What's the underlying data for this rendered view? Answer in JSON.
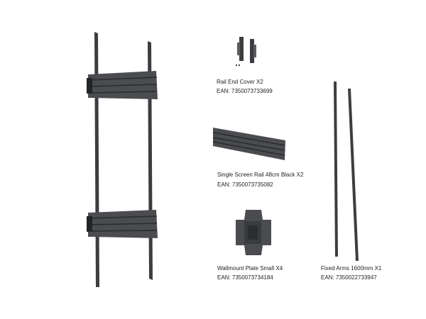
{
  "products": [
    {
      "name": "Rail End Cover X2",
      "ean": "EAN: 7350073733699"
    },
    {
      "name": "Single Screen Rail 48cm Black X2",
      "ean": "EAN: 7350073735082"
    },
    {
      "name": "Wallmount Plate Small  X4",
      "ean": "EAN: 7350073734184"
    },
    {
      "name": "Fixed Arms 1600mm  X1",
      "ean": "EAN: 7350022733947"
    }
  ],
  "colors": {
    "metal": "#3c3d40",
    "metal_light": "#5a5c60",
    "metal_dark": "#232427"
  }
}
